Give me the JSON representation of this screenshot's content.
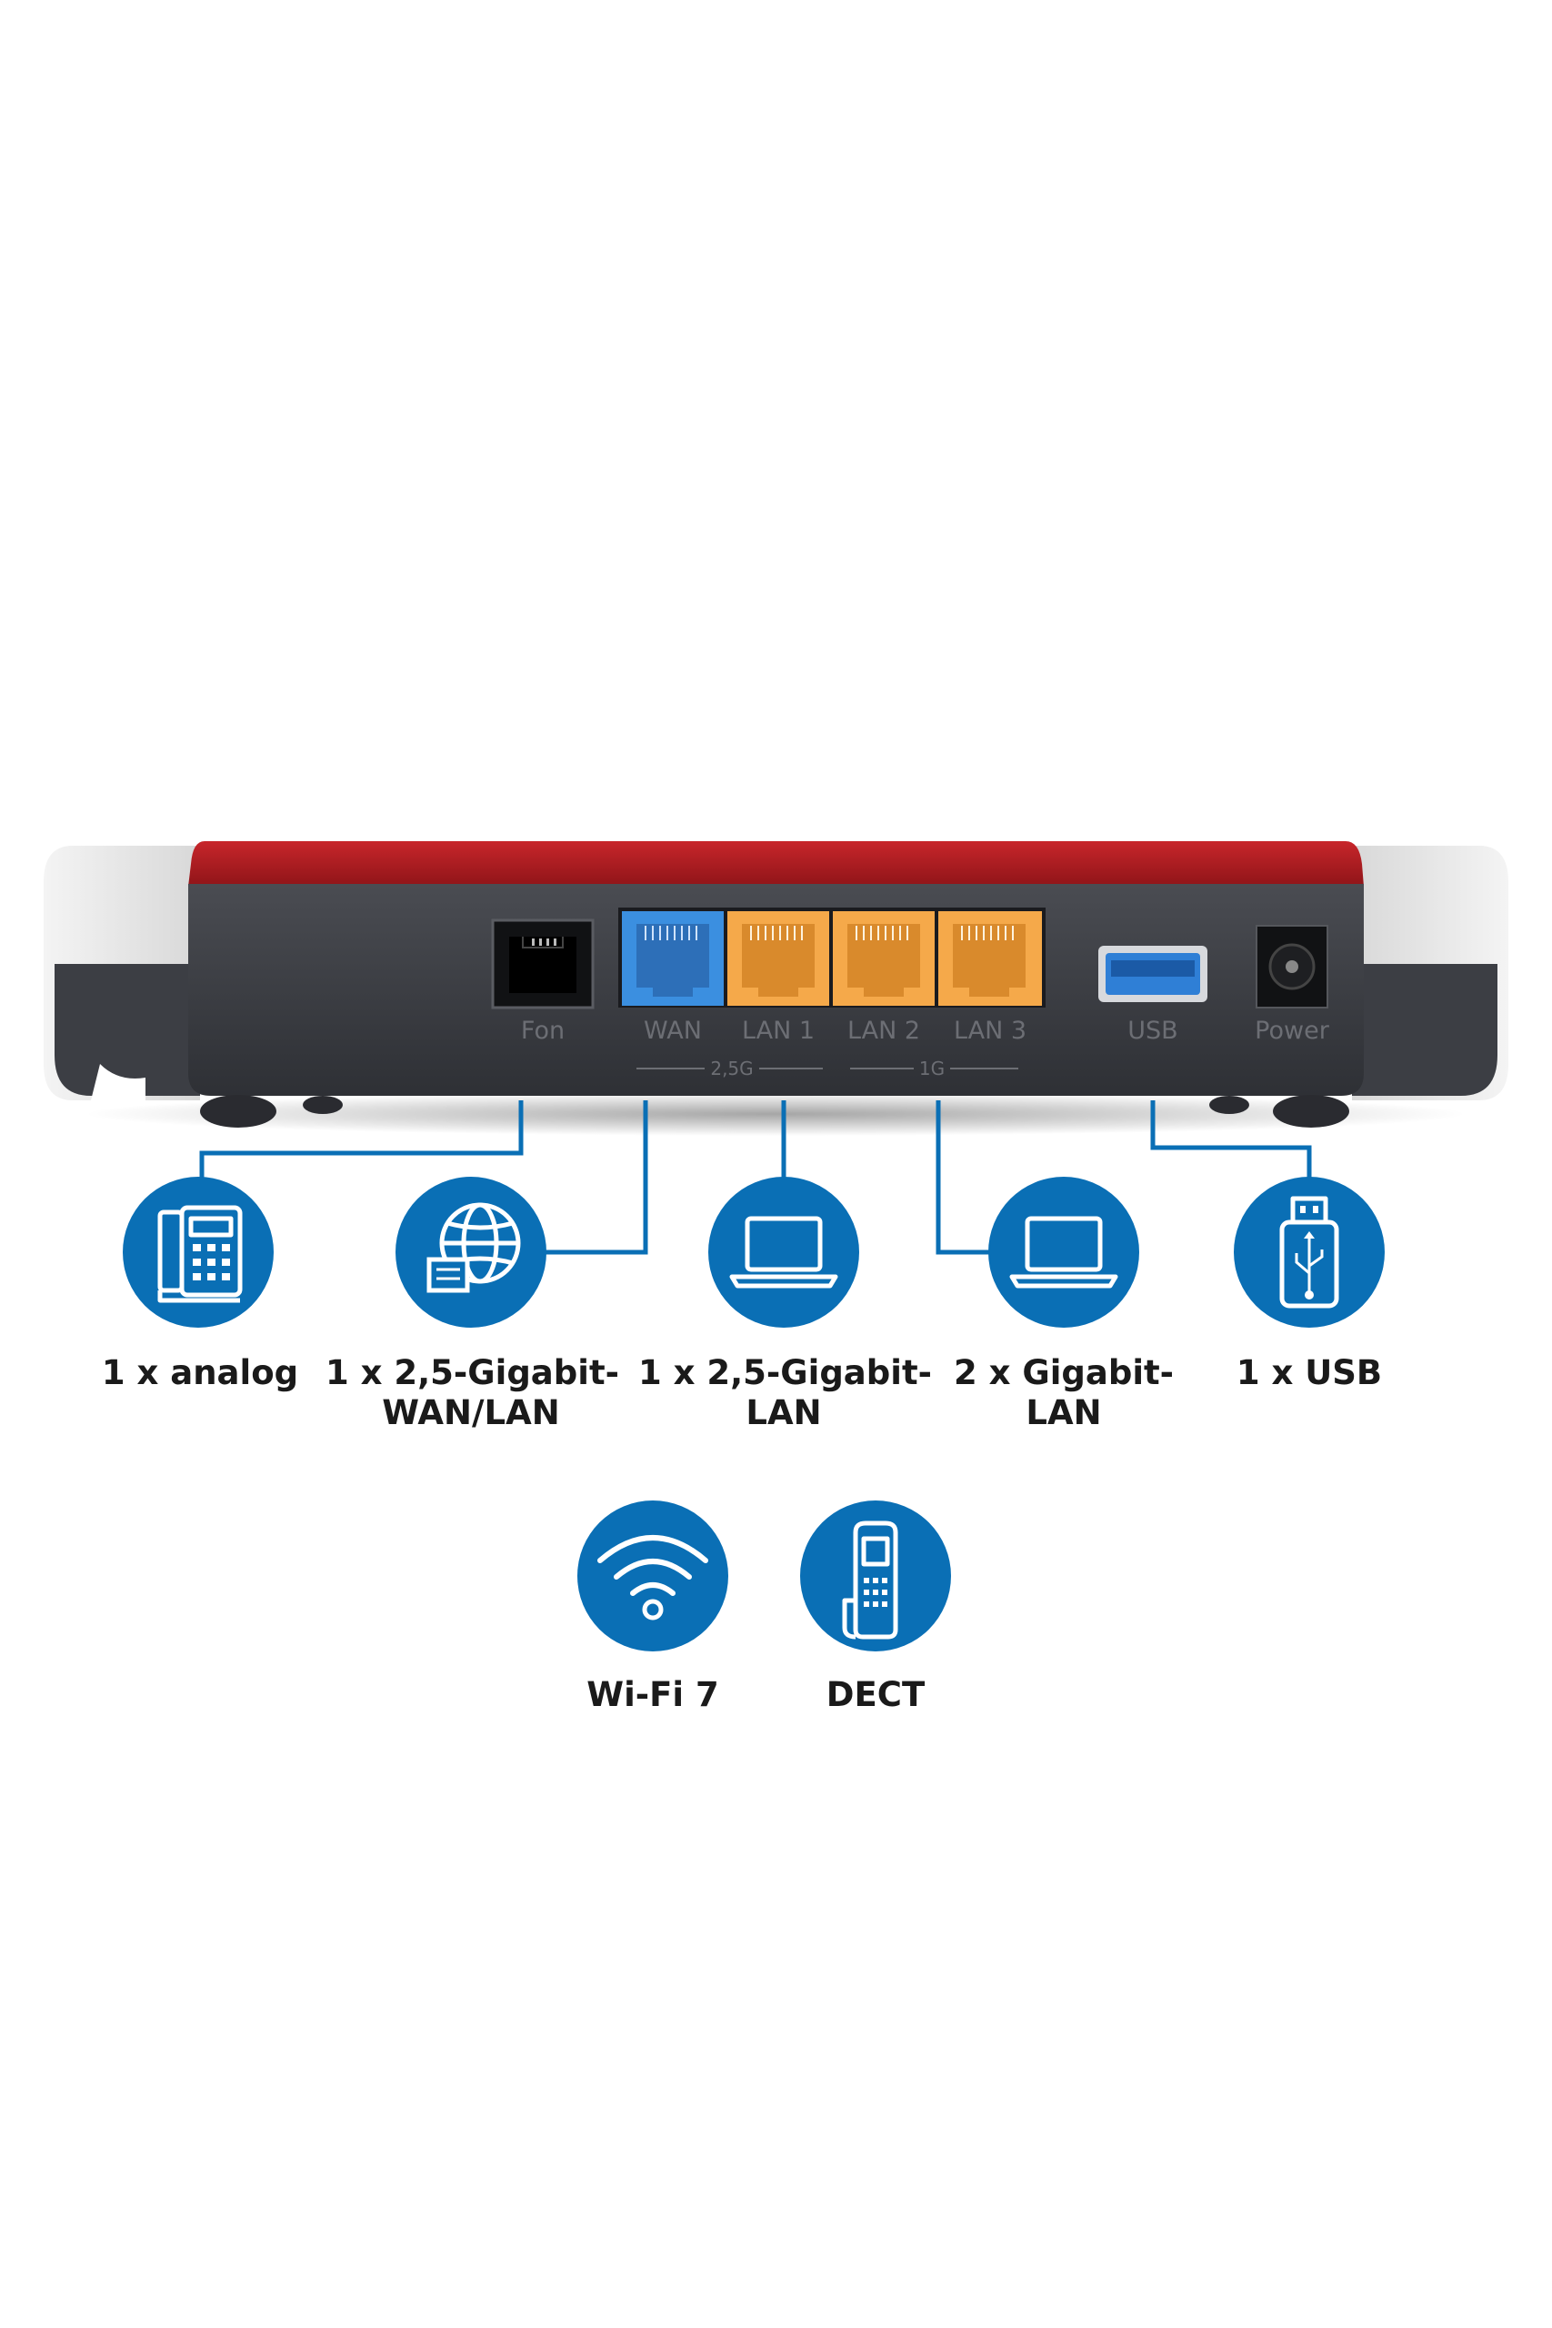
{
  "router": {
    "port_labels": {
      "fon": "Fon",
      "wan": "WAN",
      "lan1": "LAN 1",
      "lan2": "LAN 2",
      "lan3": "LAN 3",
      "usb": "USB",
      "power": "Power"
    },
    "speed_labels": {
      "wan_group": "2,5G",
      "lan_group": "1G"
    }
  },
  "features": [
    {
      "icon": "analog-phone-icon",
      "line1": "1 x analog",
      "line2": ""
    },
    {
      "icon": "globe-wan-icon",
      "line1": "1 x 2,5-Gigabit-",
      "line2": "WAN/LAN"
    },
    {
      "icon": "laptop-icon",
      "line1": "1 x 2,5-Gigabit-",
      "line2": "LAN"
    },
    {
      "icon": "laptop-icon",
      "line1": "2 x Gigabit-",
      "line2": "LAN"
    },
    {
      "icon": "usb-stick-icon",
      "line1": "1 x USB",
      "line2": ""
    },
    {
      "icon": "wifi-icon",
      "line1": "Wi-Fi 7",
      "line2": ""
    },
    {
      "icon": "dect-handset-icon",
      "line1": "DECT",
      "line2": ""
    }
  ],
  "colors": {
    "icon_blue": "#0a6fb5",
    "router_red": "#b01e23",
    "router_body": "#3a3c42",
    "wan_port": "#3b8fe0",
    "lan_port": "#f5a94a",
    "usb_port": "#2f7fd6",
    "connector_line": "#0a6fb5"
  }
}
